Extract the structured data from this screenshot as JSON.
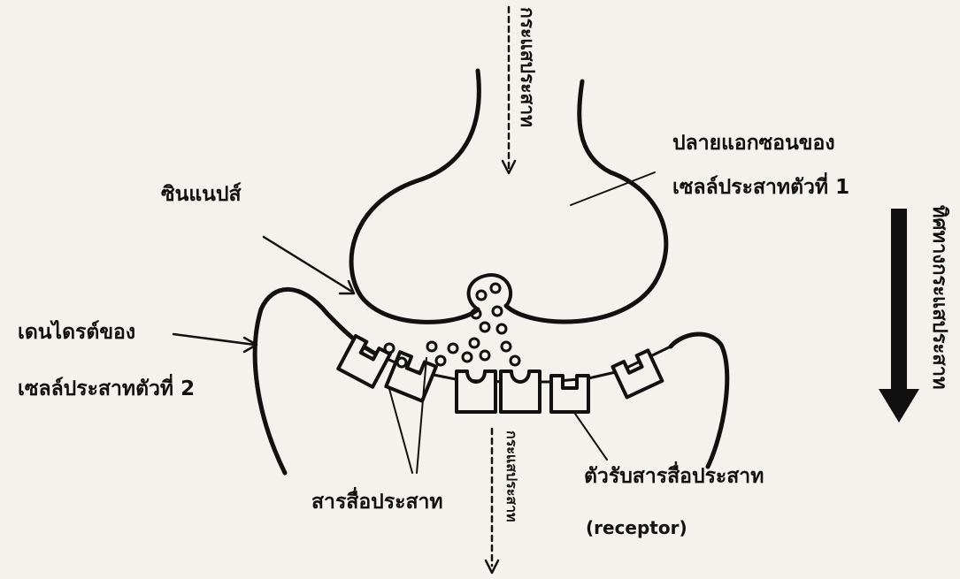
{
  "labels": {
    "signal_top": "กระแสประสาท",
    "axon_terminal_line1": "ปลายแอกซอนของ",
    "axon_terminal_line2": "เซลล์ประสาทตัวที่ 1",
    "synapse": "ซินแนปส์",
    "dendrite_line1": "เดนไดรต์ของ",
    "dendrite_line2": "เซลล์ประสาทตัวที่ 2",
    "direction_of_signal": "ทิศทางกระแสประสาท",
    "neurotransmitter": "สารสื่อประสาท",
    "signal_bottom": "กระแสประสาท",
    "receptor_line1": "ตัวรับสารสื่อประสาท",
    "receptor_line2": "(receptor)"
  }
}
